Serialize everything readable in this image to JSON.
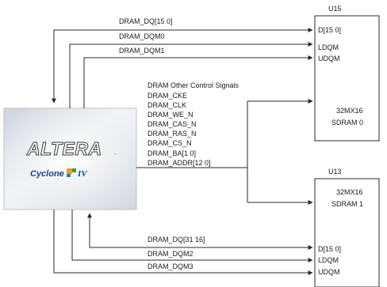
{
  "chips": {
    "u15": {
      "designator": "U15",
      "pins": [
        "D[15 0]",
        "LDQM",
        "UDQM"
      ],
      "part": "32MX16",
      "name": "SDRAM 0"
    },
    "u13": {
      "designator": "U13",
      "part": "32MX16",
      "name": "SDRAM 1",
      "pins": [
        "D[15 0]",
        "LDQM",
        "UDQM"
      ]
    }
  },
  "fpga": {
    "brand": "ALTERA",
    "family": "Cyclone",
    "generation": "IV"
  },
  "signals": {
    "top": [
      "DRAM_DQ[15 0]",
      "DRAM_DQM0",
      "DRAM_DQM1"
    ],
    "control_header": "DRAM Other Control Signals",
    "control": [
      "DRAM_CKE",
      "DRAM_CLK",
      "DRAM_WE_N",
      "DRAM_CAS_N",
      "DRAM_RAS_N",
      "DRAM_CS_N",
      "DRAM_BA[1 0]",
      "DRAM_ADDR[12 0]"
    ],
    "bottom": [
      "DRAM_DQ[31 16]",
      "DRAM_DQM2",
      "DRAM_DQM3"
    ]
  },
  "colors": {
    "line": "#2a2a2a",
    "fpga_bg": "#dfe3e8",
    "fpga_fill": "#f4f6f8",
    "cyclone_blue": "#1f3f8f"
  }
}
